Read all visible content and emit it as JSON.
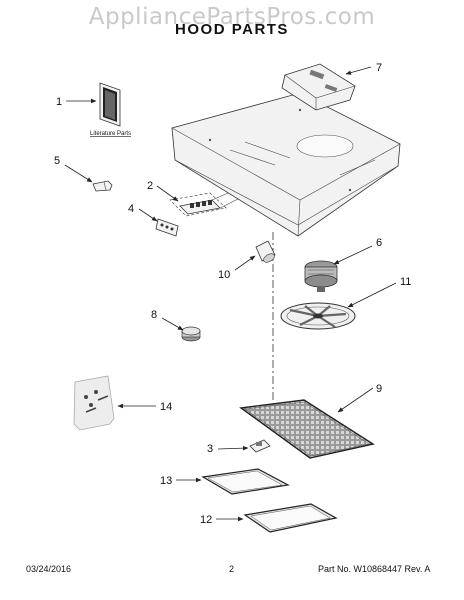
{
  "watermark": "AppliancePartsPros.com",
  "title": "HOOD PARTS",
  "literature_label": "Literature Parts",
  "callouts": {
    "c1": "1",
    "c2": "2",
    "c3": "3",
    "c4": "4",
    "c5": "5",
    "c6": "6",
    "c7": "7",
    "c8": "8",
    "c9": "9",
    "c10": "10",
    "c11": "11",
    "c12": "12",
    "c13": "13",
    "c14": "14"
  },
  "footer": {
    "date": "03/24/2016",
    "page": "2",
    "part_no": "Part No. W10868447  Rev. A"
  }
}
